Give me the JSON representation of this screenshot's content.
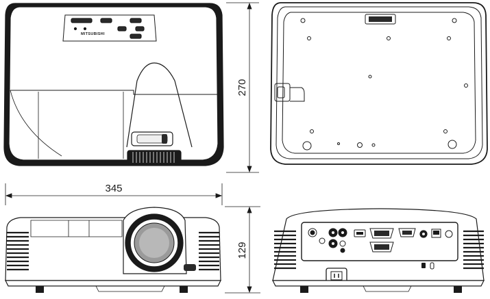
{
  "dimensions": {
    "depth": "270",
    "width": "345",
    "height": "129"
  },
  "brand": {
    "logo_text": "MITSUBISHI"
  },
  "colors": {
    "line": "#1a1a1a",
    "body_fill": "#ffffff",
    "lens_gray": "#9a9a9a",
    "dark_panel": "#2a2a2a"
  }
}
